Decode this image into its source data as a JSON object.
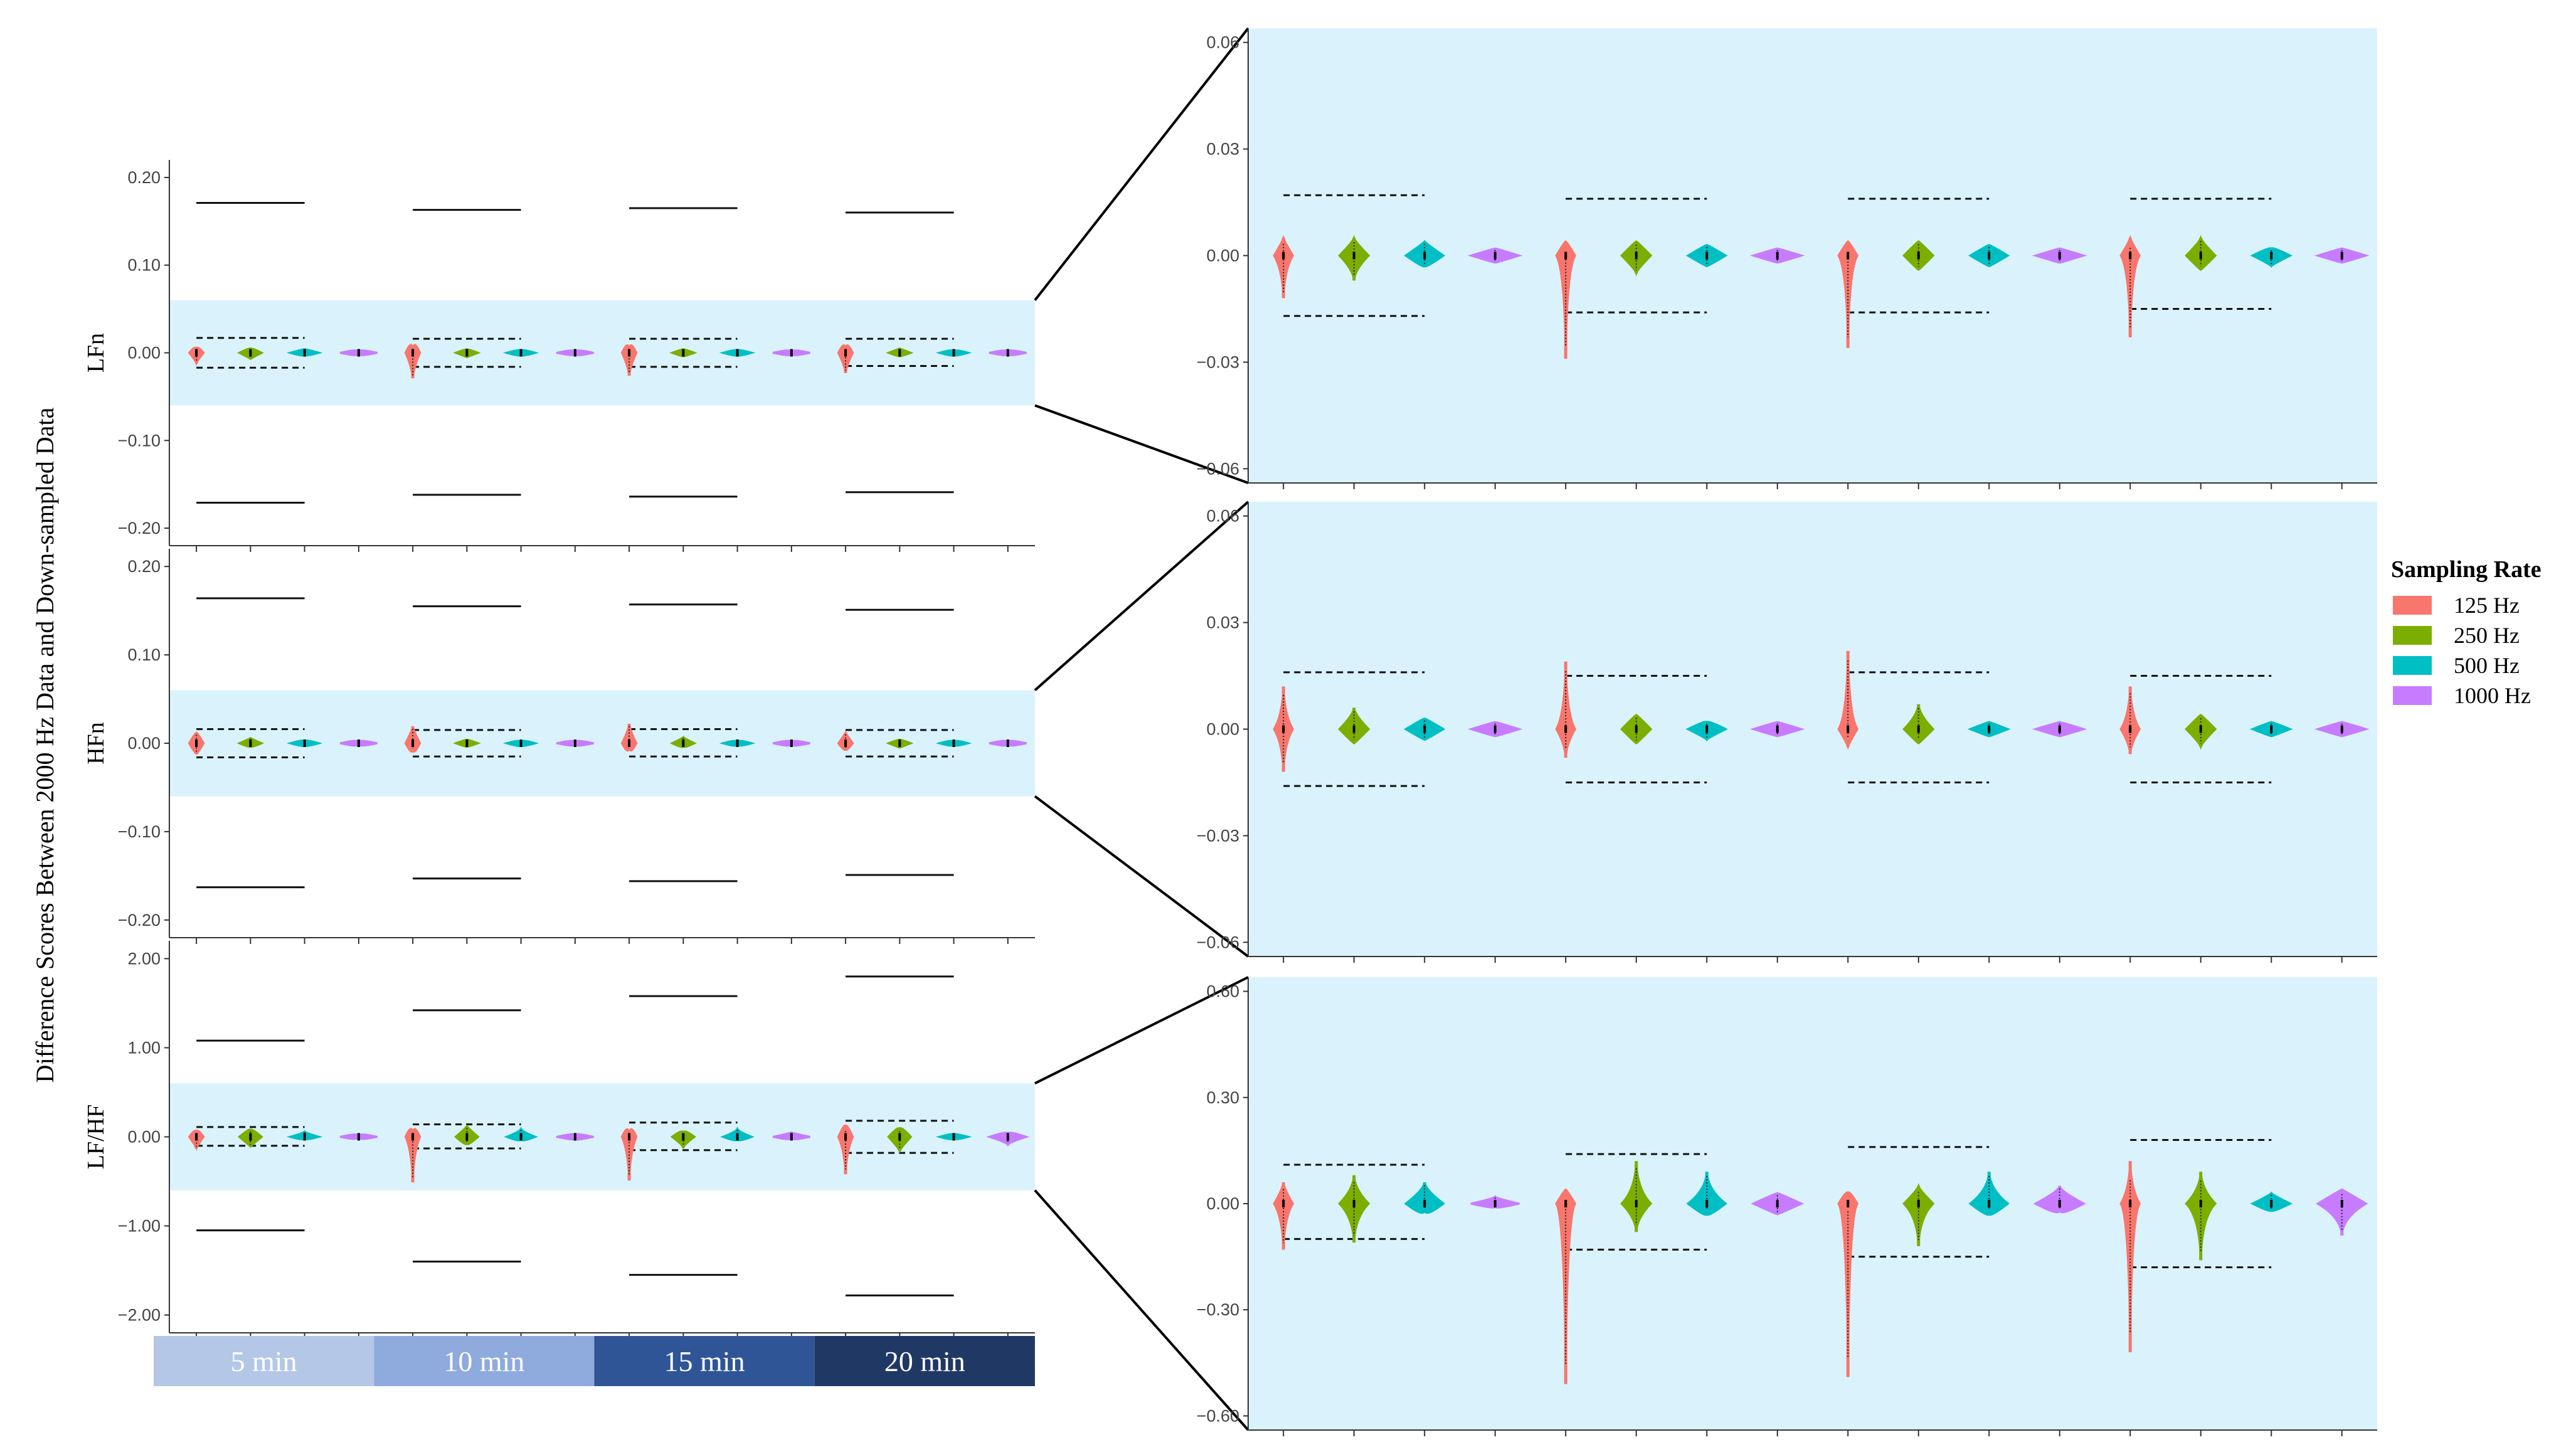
{
  "y_axis_title": "Difference Scores Between 2000 Hz Data and Down-sampled Data",
  "legend": {
    "title": "Sampling Rate",
    "entries": [
      {
        "label": "125 Hz",
        "color": "#F8766D"
      },
      {
        "label": "250 Hz",
        "color": "#7CAE00"
      },
      {
        "label": "500 Hz",
        "color": "#00BFC4"
      },
      {
        "label": "1000 Hz",
        "color": "#C77CFF"
      }
    ]
  },
  "time_bar": {
    "labels": [
      "5 min",
      "10 min",
      "15 min",
      "20 min"
    ],
    "colors": [
      "#B4C7E7",
      "#8FAADC",
      "#2F5597",
      "#203864"
    ]
  },
  "highlight_color": "#DAF2FC",
  "chart_data": [
    {
      "id": "overview-lfn",
      "type": "violin",
      "facet_label": "LFn",
      "categories": [
        "5 min",
        "10 min",
        "15 min",
        "20 min"
      ],
      "ylim": [
        -0.22,
        0.22
      ],
      "yticks": [
        "0.20",
        "0.10",
        "0.00",
        "−0.10",
        "−0.20"
      ],
      "ytick_values": [
        0.2,
        0.1,
        0.0,
        -0.1,
        -0.2
      ],
      "zoom_range": [
        -0.06,
        0.06
      ],
      "outer_limits": [
        [
          -0.171,
          0.171
        ],
        [
          -0.162,
          0.163
        ],
        [
          -0.164,
          0.165
        ],
        [
          -0.159,
          0.16
        ]
      ],
      "inner_limits": [
        [
          -0.017,
          0.017
        ],
        [
          -0.016,
          0.016
        ],
        [
          -0.016,
          0.016
        ],
        [
          -0.015,
          0.016
        ]
      ],
      "series": [
        {
          "name": "125 Hz",
          "ranges": [
            [
              -0.012,
              0.005
            ],
            [
              -0.029,
              0.004
            ],
            [
              -0.026,
              0.004
            ],
            [
              -0.023,
              0.005
            ]
          ]
        },
        {
          "name": "250 Hz",
          "ranges": [
            [
              -0.007,
              0.005
            ],
            [
              -0.005,
              0.004
            ],
            [
              -0.004,
              0.004
            ],
            [
              -0.004,
              0.005
            ]
          ]
        },
        {
          "name": "500 Hz",
          "ranges": [
            [
              -0.003,
              0.004
            ],
            [
              -0.003,
              0.003
            ],
            [
              -0.003,
              0.003
            ],
            [
              -0.003,
              0.002
            ]
          ]
        },
        {
          "name": "1000 Hz",
          "ranges": [
            [
              -0.002,
              0.002
            ],
            [
              -0.002,
              0.002
            ],
            [
              -0.002,
              0.002
            ],
            [
              -0.002,
              0.002
            ]
          ]
        }
      ]
    },
    {
      "id": "overview-hfn",
      "type": "violin",
      "facet_label": "HFn",
      "categories": [
        "5 min",
        "10 min",
        "15 min",
        "20 min"
      ],
      "ylim": [
        -0.22,
        0.22
      ],
      "yticks": [
        "0.20",
        "0.10",
        "0.00",
        "−0.10",
        "−0.20"
      ],
      "ytick_values": [
        0.2,
        0.1,
        0.0,
        -0.1,
        -0.2
      ],
      "zoom_range": [
        -0.06,
        0.06
      ],
      "outer_limits": [
        [
          -0.163,
          0.164
        ],
        [
          -0.153,
          0.155
        ],
        [
          -0.156,
          0.157
        ],
        [
          -0.149,
          0.151
        ]
      ],
      "inner_limits": [
        [
          -0.016,
          0.016
        ],
        [
          -0.015,
          0.015
        ],
        [
          -0.015,
          0.016
        ],
        [
          -0.015,
          0.015
        ]
      ],
      "series": [
        {
          "name": "125 Hz",
          "ranges": [
            [
              -0.012,
              0.012
            ],
            [
              -0.008,
              0.019
            ],
            [
              -0.005,
              0.022
            ],
            [
              -0.007,
              0.012
            ]
          ]
        },
        {
          "name": "250 Hz",
          "ranges": [
            [
              -0.004,
              0.006
            ],
            [
              -0.004,
              0.004
            ],
            [
              -0.004,
              0.007
            ],
            [
              -0.005,
              0.004
            ]
          ]
        },
        {
          "name": "500 Hz",
          "ranges": [
            [
              -0.003,
              0.003
            ],
            [
              -0.003,
              0.002
            ],
            [
              -0.002,
              0.002
            ],
            [
              -0.002,
              0.002
            ]
          ]
        },
        {
          "name": "1000 Hz",
          "ranges": [
            [
              -0.002,
              0.002
            ],
            [
              -0.002,
              0.002
            ],
            [
              -0.002,
              0.002
            ],
            [
              -0.002,
              0.002
            ]
          ]
        }
      ]
    },
    {
      "id": "overview-lfhf",
      "type": "violin",
      "facet_label": "LF/HF",
      "categories": [
        "5 min",
        "10 min",
        "15 min",
        "20 min"
      ],
      "ylim": [
        -2.2,
        2.2
      ],
      "yticks": [
        "2.00",
        "1.00",
        "0.00",
        "−1.00",
        "−2.00"
      ],
      "ytick_values": [
        2.0,
        1.0,
        0.0,
        -1.0,
        -2.0
      ],
      "zoom_range": [
        -0.6,
        0.6
      ],
      "outer_limits": [
        [
          -1.05,
          1.08
        ],
        [
          -1.4,
          1.42
        ],
        [
          -1.55,
          1.58
        ],
        [
          -1.78,
          1.8
        ]
      ],
      "inner_limits": [
        [
          -0.1,
          0.11
        ],
        [
          -0.13,
          0.14
        ],
        [
          -0.15,
          0.16
        ],
        [
          -0.18,
          0.18
        ]
      ],
      "series": [
        {
          "name": "125 Hz",
          "ranges": [
            [
              -0.13,
              0.06
            ],
            [
              -0.51,
              0.04
            ],
            [
              -0.49,
              0.03
            ],
            [
              -0.42,
              0.12
            ]
          ]
        },
        {
          "name": "250 Hz",
          "ranges": [
            [
              -0.11,
              0.08
            ],
            [
              -0.08,
              0.12
            ],
            [
              -0.12,
              0.05
            ],
            [
              -0.16,
              0.09
            ]
          ]
        },
        {
          "name": "500 Hz",
          "ranges": [
            [
              -0.02,
              0.06
            ],
            [
              -0.03,
              0.09
            ],
            [
              -0.03,
              0.09
            ],
            [
              -0.02,
              0.03
            ]
          ]
        },
        {
          "name": "1000 Hz",
          "ranges": [
            [
              -0.01,
              0.02
            ],
            [
              -0.03,
              0.03
            ],
            [
              -0.02,
              0.05
            ],
            [
              -0.09,
              0.04
            ]
          ]
        }
      ]
    },
    {
      "id": "zoom-lfn",
      "type": "violin",
      "categories": [
        "5 min",
        "10 min",
        "15 min",
        "20 min"
      ],
      "ylim": [
        -0.064,
        0.064
      ],
      "yticks": [
        "0.06",
        "0.03",
        "0.00",
        "−0.03",
        "−0.06"
      ],
      "ytick_values": [
        0.06,
        0.03,
        0.0,
        -0.03,
        -0.06
      ],
      "inner_limits": [
        [
          -0.017,
          0.017
        ],
        [
          -0.016,
          0.016
        ],
        [
          -0.016,
          0.016
        ],
        [
          -0.015,
          0.016
        ]
      ],
      "series": [
        {
          "name": "125 Hz",
          "ranges": [
            [
              -0.012,
              0.005
            ],
            [
              -0.029,
              0.004
            ],
            [
              -0.026,
              0.004
            ],
            [
              -0.023,
              0.005
            ]
          ]
        },
        {
          "name": "250 Hz",
          "ranges": [
            [
              -0.007,
              0.005
            ],
            [
              -0.005,
              0.004
            ],
            [
              -0.004,
              0.004
            ],
            [
              -0.004,
              0.005
            ]
          ]
        },
        {
          "name": "500 Hz",
          "ranges": [
            [
              -0.003,
              0.004
            ],
            [
              -0.003,
              0.003
            ],
            [
              -0.003,
              0.003
            ],
            [
              -0.003,
              0.002
            ]
          ]
        },
        {
          "name": "1000 Hz",
          "ranges": [
            [
              -0.002,
              0.002
            ],
            [
              -0.002,
              0.002
            ],
            [
              -0.002,
              0.002
            ],
            [
              -0.002,
              0.002
            ]
          ]
        }
      ]
    },
    {
      "id": "zoom-hfn",
      "type": "violin",
      "categories": [
        "5 min",
        "10 min",
        "15 min",
        "20 min"
      ],
      "ylim": [
        -0.064,
        0.064
      ],
      "yticks": [
        "0.06",
        "0.03",
        "0.00",
        "−0.03",
        "−0.06"
      ],
      "ytick_values": [
        0.06,
        0.03,
        0.0,
        -0.03,
        -0.06
      ],
      "inner_limits": [
        [
          -0.016,
          0.016
        ],
        [
          -0.015,
          0.015
        ],
        [
          -0.015,
          0.016
        ],
        [
          -0.015,
          0.015
        ]
      ],
      "series": [
        {
          "name": "125 Hz",
          "ranges": [
            [
              -0.012,
              0.012
            ],
            [
              -0.008,
              0.019
            ],
            [
              -0.005,
              0.022
            ],
            [
              -0.007,
              0.012
            ]
          ]
        },
        {
          "name": "250 Hz",
          "ranges": [
            [
              -0.004,
              0.006
            ],
            [
              -0.004,
              0.004
            ],
            [
              -0.004,
              0.007
            ],
            [
              -0.005,
              0.004
            ]
          ]
        },
        {
          "name": "500 Hz",
          "ranges": [
            [
              -0.003,
              0.003
            ],
            [
              -0.003,
              0.002
            ],
            [
              -0.002,
              0.002
            ],
            [
              -0.002,
              0.002
            ]
          ]
        },
        {
          "name": "1000 Hz",
          "ranges": [
            [
              -0.002,
              0.002
            ],
            [
              -0.002,
              0.002
            ],
            [
              -0.002,
              0.002
            ],
            [
              -0.002,
              0.002
            ]
          ]
        }
      ]
    },
    {
      "id": "zoom-lfhf",
      "type": "violin",
      "categories": [
        "5 min",
        "10 min",
        "15 min",
        "20 min"
      ],
      "ylim": [
        -0.64,
        0.64
      ],
      "yticks": [
        "0.60",
        "0.30",
        "0.00",
        "−0.30",
        "−0.60"
      ],
      "ytick_values": [
        0.6,
        0.3,
        0.0,
        -0.3,
        -0.6
      ],
      "inner_limits": [
        [
          -0.1,
          0.11
        ],
        [
          -0.13,
          0.14
        ],
        [
          -0.15,
          0.16
        ],
        [
          -0.18,
          0.18
        ]
      ],
      "series": [
        {
          "name": "125 Hz",
          "ranges": [
            [
              -0.13,
              0.06
            ],
            [
              -0.51,
              0.04
            ],
            [
              -0.49,
              0.03
            ],
            [
              -0.42,
              0.12
            ]
          ]
        },
        {
          "name": "250 Hz",
          "ranges": [
            [
              -0.11,
              0.08
            ],
            [
              -0.08,
              0.12
            ],
            [
              -0.12,
              0.05
            ],
            [
              -0.16,
              0.09
            ]
          ]
        },
        {
          "name": "500 Hz",
          "ranges": [
            [
              -0.02,
              0.06
            ],
            [
              -0.03,
              0.09
            ],
            [
              -0.03,
              0.09
            ],
            [
              -0.02,
              0.03
            ]
          ]
        },
        {
          "name": "1000 Hz",
          "ranges": [
            [
              -0.01,
              0.02
            ],
            [
              -0.03,
              0.03
            ],
            [
              -0.02,
              0.05
            ],
            [
              -0.09,
              0.04
            ]
          ]
        }
      ]
    }
  ]
}
